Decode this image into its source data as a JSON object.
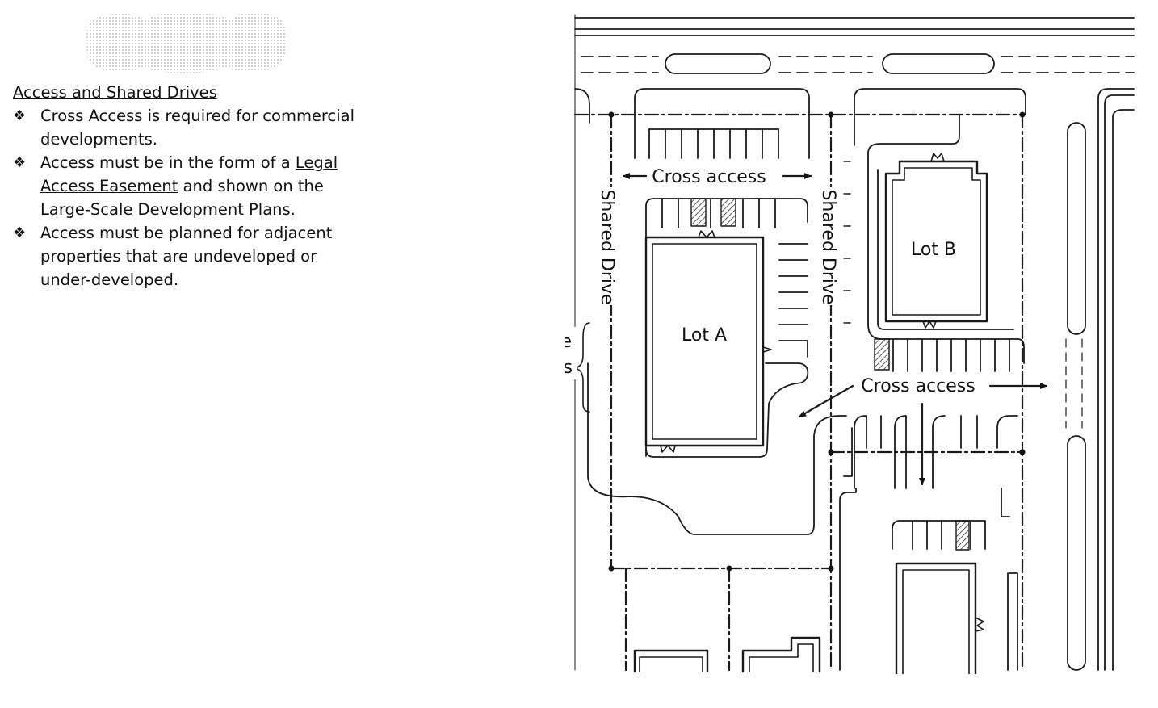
{
  "notes": {
    "heading": "Access and Shared Drives",
    "bullets": [
      {
        "text": "Cross Access is required for commercial developments."
      },
      {
        "prefix": "Access must be in the form of a ",
        "link": "Legal Access Easement",
        "suffix": " and shown on the Large-Scale Development Plans."
      },
      {
        "text": "Access must be planned for adjacent properties that are undeveloped or under-developed."
      }
    ],
    "bullet_glyph": "❖"
  },
  "diagram": {
    "labels": {
      "cross_access_top": "Cross access",
      "cross_access_bottom": "Cross access",
      "shared_drive_left": "Shared Drive",
      "shared_drive_right": "Shared Drive",
      "lot_a": "Lot A",
      "lot_b": "Lot B",
      "future_access_line1": "Future",
      "future_access_line2": "access"
    }
  }
}
